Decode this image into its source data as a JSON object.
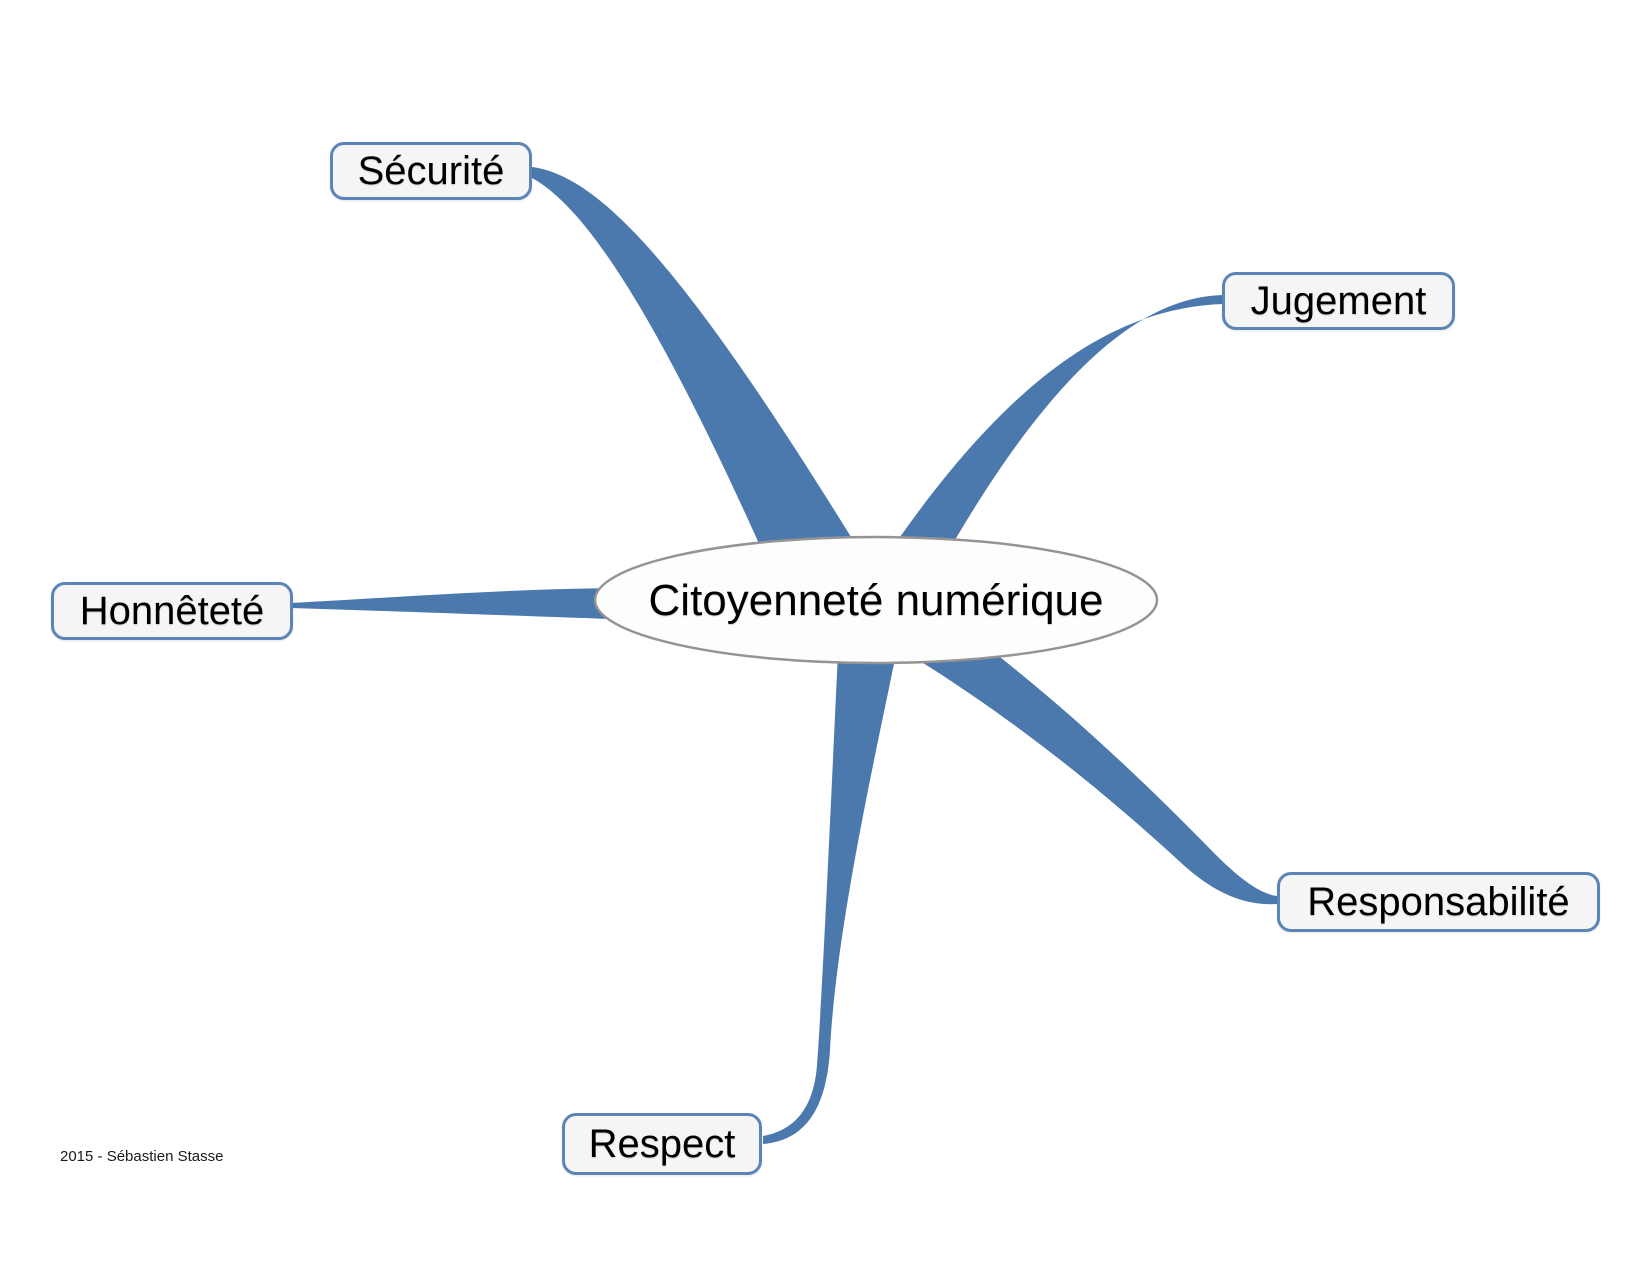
{
  "title": "Citoyenneté numérique",
  "footer": "2015 - Sébastien Stasse",
  "nodes": [
    {
      "id": "securite",
      "label": "Sécurité"
    },
    {
      "id": "jugement",
      "label": "Jugement"
    },
    {
      "id": "honnetete",
      "label": "Honnêteté"
    },
    {
      "id": "responsabilite",
      "label": "Responsabilité"
    },
    {
      "id": "respect",
      "label": "Respect"
    }
  ],
  "colors": {
    "branch": "#4b79ae",
    "node_border": "#5b85b7",
    "node_fill": "#f5f5f6",
    "ellipse_border": "#949494",
    "ellipse_fill": "#fdfdfd",
    "text": "#000000"
  }
}
